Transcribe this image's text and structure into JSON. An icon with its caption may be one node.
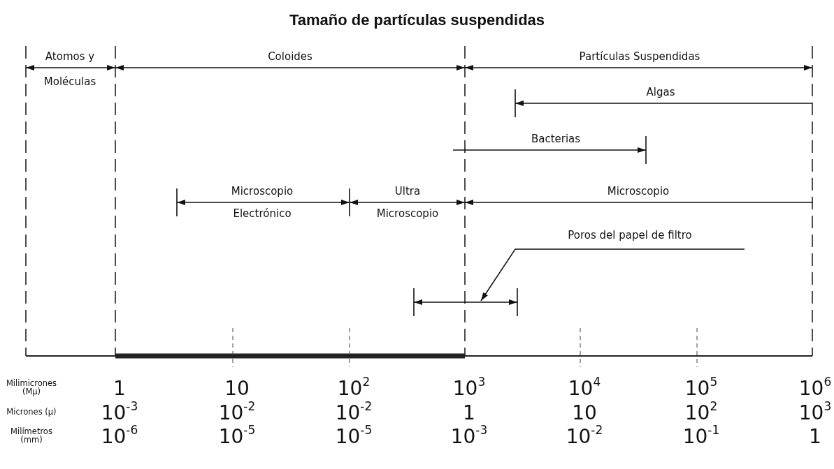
{
  "diagram": {
    "title": "Tamaño de partículas suspendidas",
    "nodes": [
      {
        "text": [
          "Poros del papel de filtro"
        ]
      },
      {
        "text": [],
        "shape": "bar"
      }
    ],
    "edges": [
      {
        "from": 0,
        "to": 1,
        "arrow": "to"
      }
    ],
    "labels": [
      "Atomos y",
      "Moléculas",
      "Coloides",
      "Partículas Suspendidas",
      "Algas",
      "Bacterias",
      "Microscopio",
      "Ultra",
      "Microscopio",
      "Electrónico",
      "Microscopio",
      "Milimicrones (Mμ)",
      "1",
      "10",
      "10$^{2}$",
      "10$^{3}$",
      "10$^{4}$",
      "10$^{5}$",
      "10$^{6}$",
      "Micrones (μ)",
      "10$^{-3}$",
      "10$^{-2}$",
      "10$^{-2}$",
      "1",
      "10",
      "10$^{2}$",
      "10$^{3}$",
      "Milímetros (mm)",
      "10$^{-6}$",
      "10$^{-5}$",
      "10$^{-5}$",
      "10$^{-3}$",
      "10$^{-2}$",
      "10$^{-1}$",
      "1"
    ]
  }
}
